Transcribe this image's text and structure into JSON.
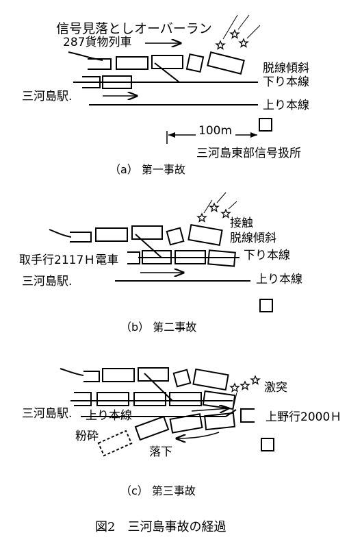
{
  "figure_caption": "図2　三河島事故の経過",
  "panel_a": {
    "caption": "（a） 第一事故",
    "headline": "信号見落としオーバーラン",
    "freight_train": "287貨物列車",
    "derail_label": "脱線傾斜",
    "down_line": "下り本線",
    "station": "三河島駅.",
    "up_line": "上り本線",
    "distance": "100m",
    "signal_box": "三河島東部信号扱所"
  },
  "panel_b": {
    "caption": "（b） 第二事故",
    "contact": "接触",
    "derail_label": "脱線傾斜",
    "train_label": "取手行2117Ｈ電車",
    "down_line": "下り本線",
    "station": "三河島駅.",
    "up_line": "上り本線"
  },
  "panel_c": {
    "caption": "（c） 第三事故",
    "collision": "激突",
    "station": "三河島駅.",
    "up_line": "上り本線",
    "train_label": "上野行2000Ｈ",
    "crushed": "粉砕",
    "fall": "落下"
  },
  "icons": [
    "star-icon",
    "signal-box-icon",
    "arrow-right-icon",
    "arrow-left-icon"
  ]
}
